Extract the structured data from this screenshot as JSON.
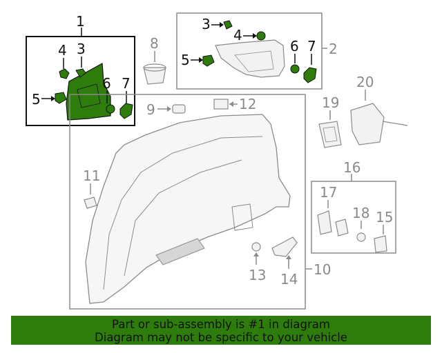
{
  "callouts": {
    "c1": "1",
    "c2": "2",
    "c3a": "3",
    "c3b": "3",
    "c4a": "4",
    "c4b": "4",
    "c5a": "5",
    "c5b": "5",
    "c6a": "6",
    "c6b": "6",
    "c7a": "7",
    "c7b": "7",
    "c8": "8",
    "c9": "9",
    "c10": "10",
    "c11": "11",
    "c12": "12",
    "c13": "13",
    "c14": "14",
    "c15": "15",
    "c16": "16",
    "c17": "17",
    "c18": "18",
    "c19": "19",
    "c20": "20"
  },
  "colors": {
    "highlight_green": "#2e7d0c",
    "part_gray": "#9a9a9a",
    "outline_dark": "#111111"
  },
  "footer": {
    "line1": "Part or sub-assembly is #1 in diagram",
    "line2": "Diagram may not be specific to your vehicle"
  }
}
